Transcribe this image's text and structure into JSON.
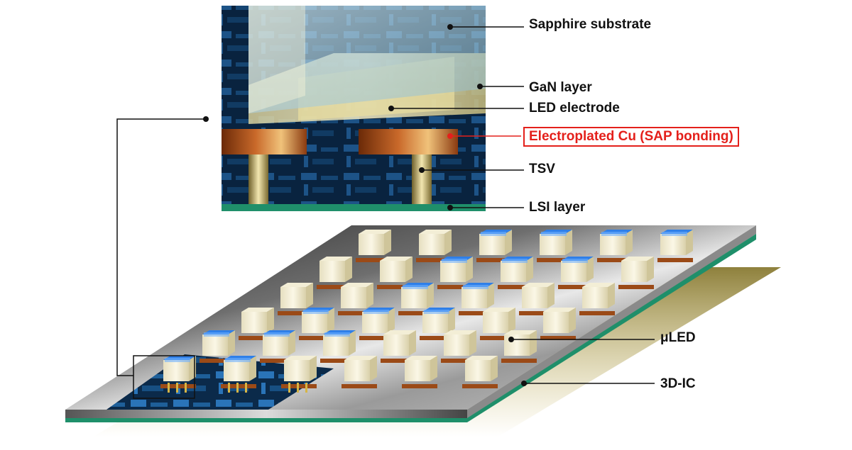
{
  "labels": {
    "sapphire": "Sapphire substrate",
    "gan": "GaN layer",
    "led_electrode": "LED electrode",
    "cu": "Electroplated Cu (SAP bonding)",
    "tsv": "TSV",
    "lsi": "LSI layer",
    "uled": "μLED",
    "ic3d": "3D-IC"
  },
  "colors": {
    "highlight": "#e4201b",
    "text": "#111111",
    "led_blue": "#2f7fe8",
    "board_green": "#1f8f6a",
    "copper": "#b65a20",
    "circuit_blue": "#1c5f9e"
  },
  "icons": [
    "leader-line",
    "leader-dot"
  ]
}
